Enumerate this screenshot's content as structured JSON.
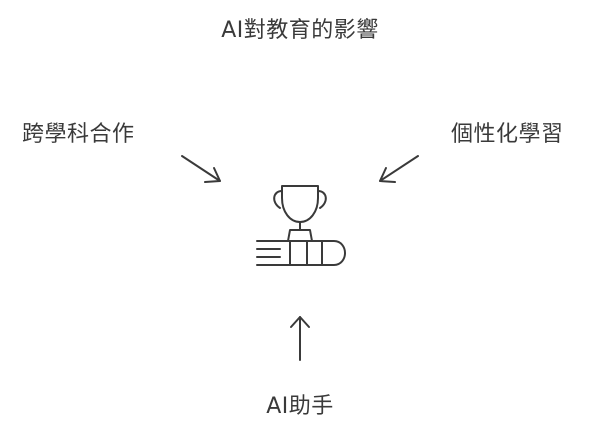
{
  "diagram": {
    "title": "AI對教育的影響",
    "inputs": {
      "left": "跨學科合作",
      "right": "個性化學習",
      "bottom": "AI助手"
    },
    "center_icon": "trophy-on-book-icon"
  }
}
